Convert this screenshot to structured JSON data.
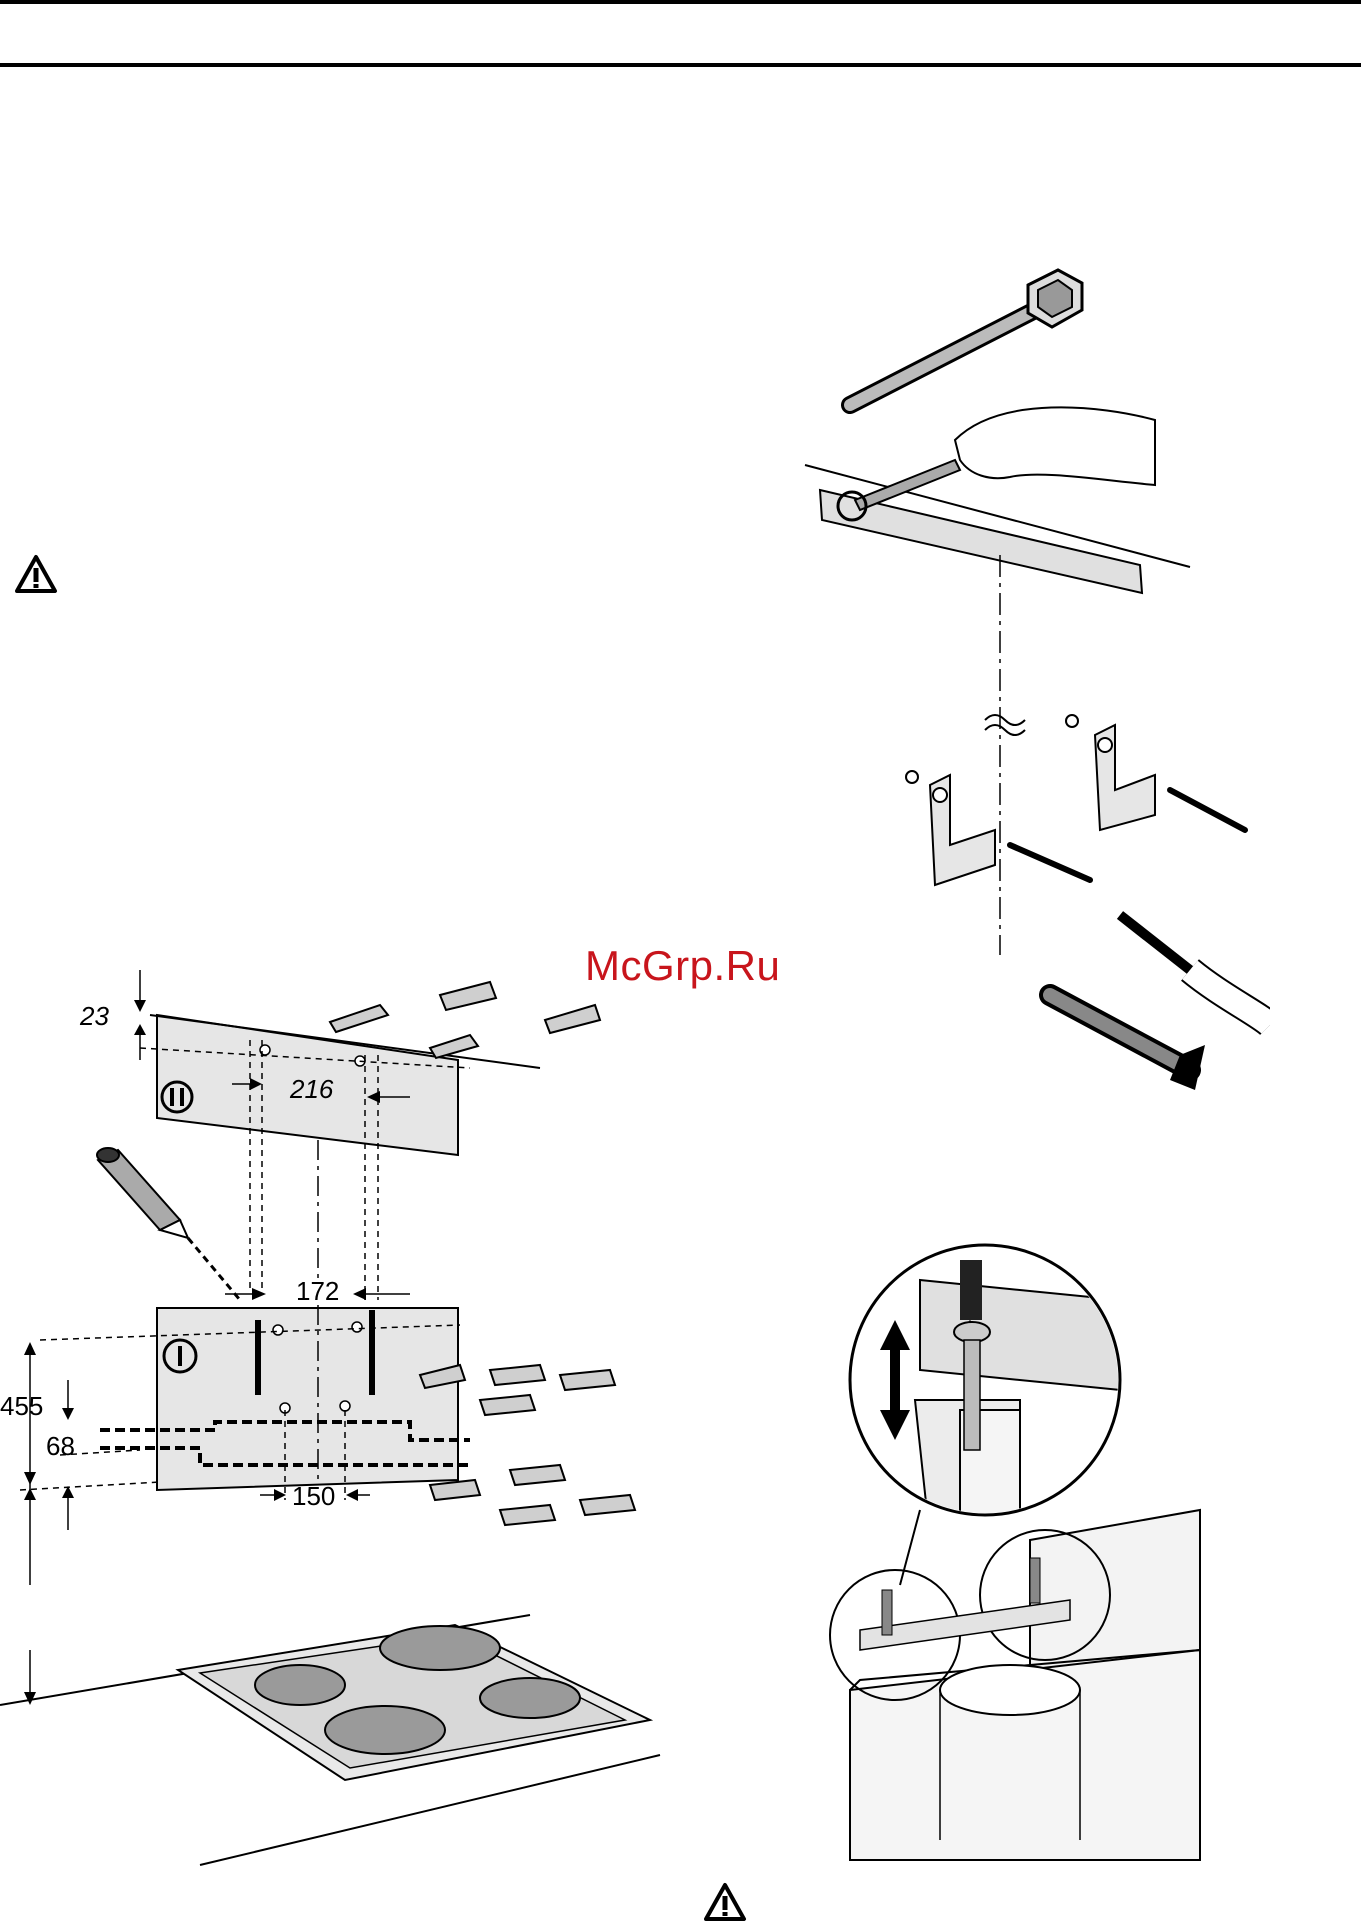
{
  "watermark": {
    "text": "McGrp.Ru",
    "color": "#c8151c"
  },
  "left_figure": {
    "dimensions": {
      "d23": "23",
      "d216": "216",
      "d172": "172",
      "d455": "455",
      "d68": "68",
      "d150": "150"
    },
    "template_marks": {
      "upper": "II",
      "lower": "I"
    }
  },
  "icons": [
    "warning-triangle-icon",
    "wrench-icon",
    "hex-bolt-icon",
    "screwdriver-icon",
    "pencil-icon",
    "hand-icon",
    "wall-plug-icon"
  ]
}
